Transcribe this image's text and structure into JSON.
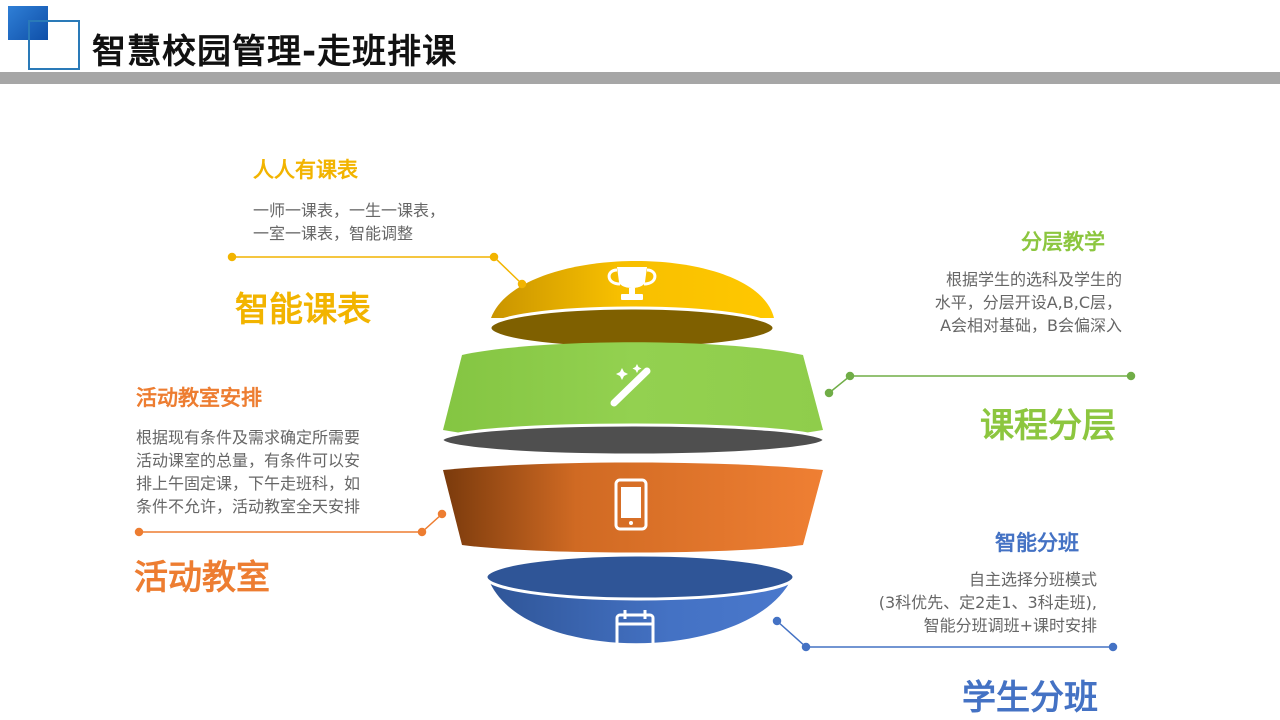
{
  "header": {
    "title": "智慧校园管理-走班排课"
  },
  "sections": {
    "smart_timetable": {
      "subtitle": "人人有课表",
      "desc_line1": "一师一课表，一生一课表，",
      "desc_line2": "一室一课表，智能调整",
      "title": "智能课表",
      "color": "#f2b400",
      "icon": "trophy-icon"
    },
    "course_layering": {
      "subtitle": "分层教学",
      "desc_line1": "根据学生的选科及学生的",
      "desc_line2": "水平，分层开设A,B,C层，",
      "desc_line3": "A会相对基础，B会偏深入",
      "title": "课程分层",
      "color": "#8cc63f",
      "icon": "magic-wand-icon"
    },
    "activity_classroom": {
      "subtitle": "活动教室安排",
      "desc_line1": "根据现有条件及需求确定所需要",
      "desc_line2": "活动课室的总量，有条件可以安",
      "desc_line3": "排上午固定课，下午走班科，如",
      "desc_line4": "条件不允许，活动教室全天安排",
      "title": "活动教室",
      "color": "#ed7d31",
      "icon": "smartphone-icon"
    },
    "student_grouping": {
      "subtitle": "智能分班",
      "desc_line1": "自主选择分班模式",
      "desc_line2": "(3科优先、定2走1、3科走班),",
      "desc_line3": "智能分班调班+课时安排",
      "title": "学生分班",
      "color": "#4472c4",
      "icon": "calendar-icon"
    }
  }
}
